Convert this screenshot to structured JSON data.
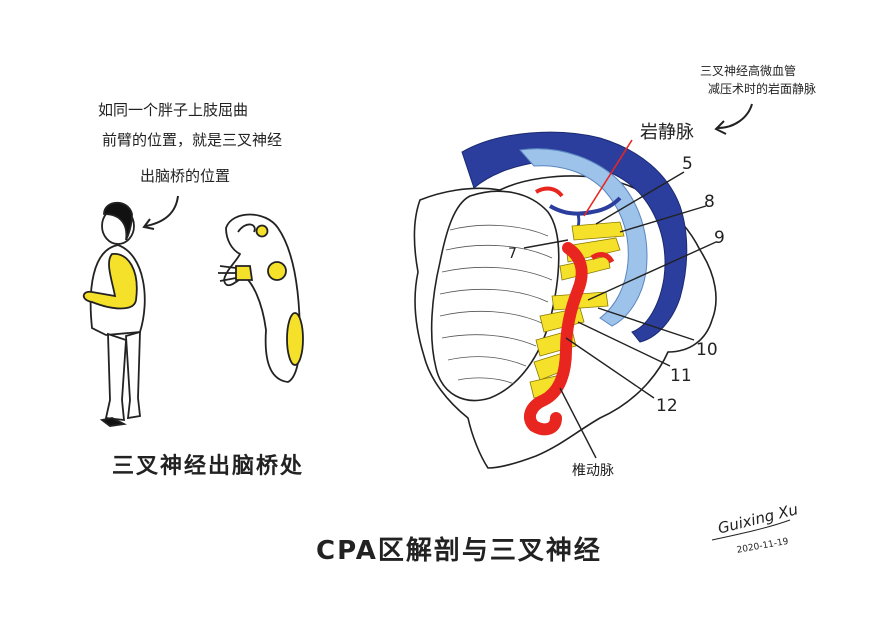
{
  "title": "CPA区解剖与三叉神经",
  "left_note": {
    "line1": "如同一个胖子上肢屈曲",
    "line2": "前臂的位置，就是三叉神经",
    "line3": "出脑桥的位置"
  },
  "left_caption": "三叉神经出脑桥处",
  "right_note": {
    "line1": "三叉神经高微血管",
    "line2": "减压术时的岩面静脉"
  },
  "labels": {
    "petrosal_vein": "岩静脉",
    "n5": "5",
    "n7": "7",
    "n8": "8",
    "n9": "9",
    "n10": "10",
    "n11": "11",
    "n12": "12",
    "vertebral_artery": "椎动脉"
  },
  "signature": {
    "name": "Guixing Xu",
    "date": "2020-11-19"
  },
  "colors": {
    "yellow": "#f5e12a",
    "dark_blue": "#2b3e9e",
    "light_blue": "#9ec3ea",
    "red": "#e8261f"
  }
}
